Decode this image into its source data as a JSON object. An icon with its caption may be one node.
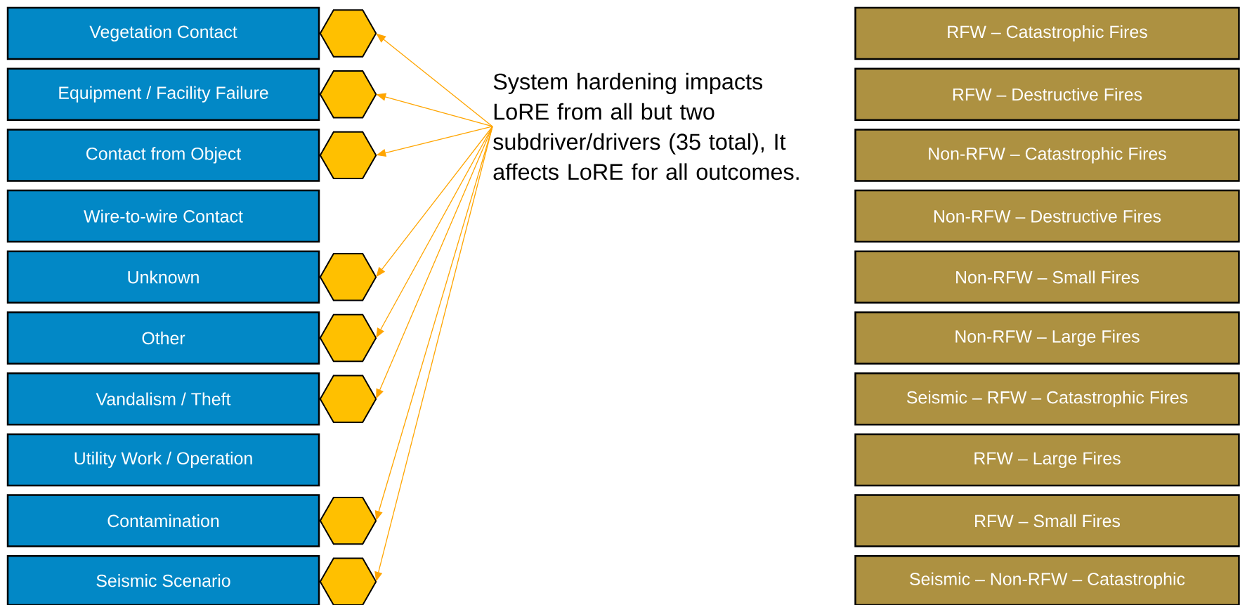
{
  "diagram": {
    "nodes": [
      {
        "text": [
          "Vegetation Contact"
        ]
      },
      {
        "text": [
          "Equipment / Facility Failure"
        ]
      },
      {
        "text": [
          "Contact from Object"
        ]
      },
      {
        "text": [
          "Wire-to-wire Contact"
        ]
      },
      {
        "text": [
          "Unknown"
        ]
      },
      {
        "text": [
          "Other"
        ]
      },
      {
        "text": [
          "Vandalism / Theft"
        ]
      },
      {
        "text": [
          "Utility Work / Operation"
        ]
      },
      {
        "text": [
          "Contamination"
        ]
      },
      {
        "text": [
          "Seismic Scenario"
        ]
      },
      {
        "text": [],
        "shape": "hexagon"
      },
      {
        "text": [],
        "shape": "hexagon"
      },
      {
        "text": [],
        "shape": "hexagon"
      },
      {
        "text": [],
        "shape": "hexagon"
      },
      {
        "text": [],
        "shape": "hexagon"
      },
      {
        "text": [],
        "shape": "hexagon"
      },
      {
        "text": [],
        "shape": "hexagon"
      },
      {
        "text": [],
        "shape": "hexagon"
      },
      {
        "text": [
          "System hardening impacts LoRE from all but two subdriver/drivers (35 total), It affects LoRE for all outcomes."
        ]
      },
      {
        "text": [
          "RFW – Catastrophic Fires"
        ]
      },
      {
        "text": [
          "RFW – Destructive Fires"
        ]
      },
      {
        "text": [
          "Non-RFW – Catastrophic Fires"
        ]
      },
      {
        "text": [
          "Non-RFW – Destructive Fires"
        ]
      },
      {
        "text": [
          "Non-RFW – Small Fires"
        ]
      },
      {
        "text": [
          "Non-RFW – Large Fires"
        ]
      },
      {
        "text": [
          "Seismic – RFW – Catastrophic Fires"
        ]
      },
      {
        "text": [
          "RFW – Large Fires"
        ]
      },
      {
        "text": [
          "RFW – Small Fires"
        ]
      },
      {
        "text": [
          "Seismic – Non-RFW – Catastrophic"
        ]
      }
    ],
    "edges": [
      {
        "from": 18,
        "to": 10,
        "arrow": "to"
      },
      {
        "from": 18,
        "to": 11,
        "arrow": "to"
      },
      {
        "from": 18,
        "to": 12,
        "arrow": "to"
      },
      {
        "from": 18,
        "to": 13,
        "arrow": "to"
      },
      {
        "from": 18,
        "to": 14,
        "arrow": "to"
      },
      {
        "from": 18,
        "to": 15,
        "arrow": "to"
      },
      {
        "from": 18,
        "to": 16,
        "arrow": "to"
      },
      {
        "from": 18,
        "to": 17,
        "arrow": "to"
      }
    ]
  }
}
